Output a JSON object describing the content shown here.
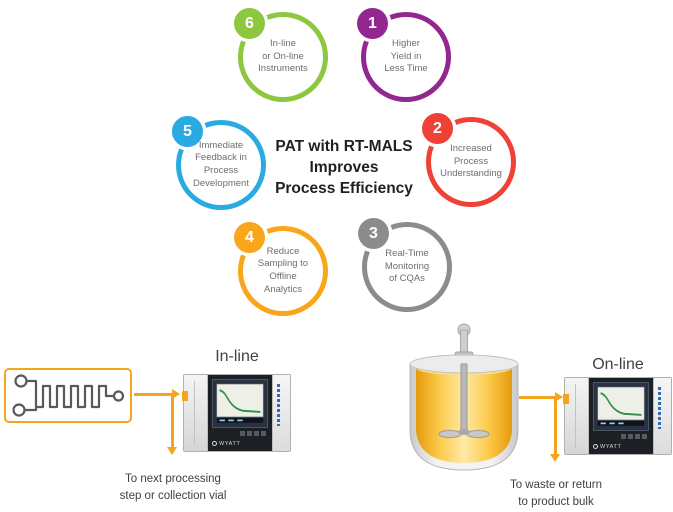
{
  "title": "PAT with RT-MALS\nImproves\nProcess Efficiency",
  "circles": [
    {
      "number": "1",
      "label": "Higher\nYield in\nLess Time",
      "color": "#92278F"
    },
    {
      "number": "2",
      "label": "Increased\nProcess\nUnderstanding",
      "color": "#EF4136"
    },
    {
      "number": "3",
      "label": "Real-Time\nMonitoring\nof CQAs",
      "color": "#8A8C8E"
    },
    {
      "number": "4",
      "label": "Reduce\nSampling to\nOffline\nAnalytics",
      "color": "#FAA61A"
    },
    {
      "number": "5",
      "label": "Immediate\nFeedback in\nProcess\nDevelopment",
      "color": "#29ABE2"
    },
    {
      "number": "6",
      "label": "In-line\nor On-line\nInstruments",
      "color": "#8DC63F"
    }
  ],
  "inline_section": {
    "heading": "In-line",
    "caption": "To next processing\nstep or collection vial"
  },
  "online_section": {
    "heading": "On-line",
    "caption": "To waste or return\nto product bulk"
  },
  "instrument": {
    "brand": "WYATT"
  },
  "colors": {
    "arrow": "#F5A51D",
    "chip_border": "#F5A51D",
    "title_text": "#231f20",
    "circle_text": "#6d6e71"
  }
}
